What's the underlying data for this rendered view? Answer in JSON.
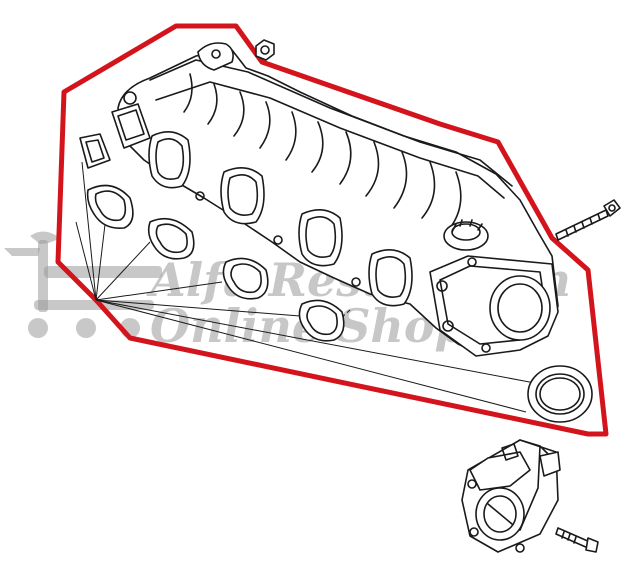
{
  "watermark": {
    "line1": "Alfa Restoration",
    "line2": "Online Shop",
    "logo_icon": "shopping-cart-icon",
    "color": "#9a9a9a"
  },
  "highlight": {
    "color": "#d4141c"
  },
  "parts": [
    {
      "name": "intake-manifold"
    },
    {
      "name": "square-gasket"
    },
    {
      "name": "port-gasket-1"
    },
    {
      "name": "port-gasket-2"
    },
    {
      "name": "port-gasket-3"
    },
    {
      "name": "port-gasket-4"
    },
    {
      "name": "round-seal-ring"
    },
    {
      "name": "throttle-body"
    },
    {
      "name": "long-stud-bolt"
    },
    {
      "name": "short-bolt"
    },
    {
      "name": "nut"
    }
  ]
}
